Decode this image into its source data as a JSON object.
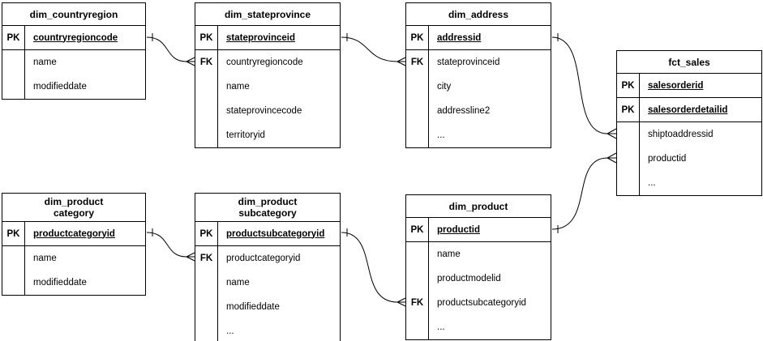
{
  "colors": {
    "stroke": "#000000",
    "background": "#ffffff",
    "text": "#000000"
  },
  "diagram": {
    "tables": [
      {
        "id": "dim_countryregion",
        "title_lines": [
          "dim_countryregion"
        ],
        "rows": [
          {
            "key": "PK",
            "field": "countryregioncode",
            "pk": true
          },
          {
            "key": "",
            "field": "name",
            "pk": false
          },
          {
            "key": "",
            "field": "modifieddate",
            "pk": false
          }
        ]
      },
      {
        "id": "dim_stateprovince",
        "title_lines": [
          "dim_stateprovince"
        ],
        "rows": [
          {
            "key": "PK",
            "field": "stateprovinceid",
            "pk": true
          },
          {
            "key": "FK",
            "field": "countryregioncode",
            "pk": false
          },
          {
            "key": "",
            "field": "name",
            "pk": false
          },
          {
            "key": "",
            "field": "stateprovincecode",
            "pk": false
          },
          {
            "key": "",
            "field": "territoryid",
            "pk": false
          }
        ]
      },
      {
        "id": "dim_address",
        "title_lines": [
          "dim_address"
        ],
        "rows": [
          {
            "key": "PK",
            "field": "addressid",
            "pk": true
          },
          {
            "key": "FK",
            "field": "stateprovinceid",
            "pk": false
          },
          {
            "key": "",
            "field": "city",
            "pk": false
          },
          {
            "key": "",
            "field": "addressline2",
            "pk": false
          },
          {
            "key": "",
            "field": "...",
            "pk": false
          }
        ]
      },
      {
        "id": "fct_sales",
        "title_lines": [
          "fct_sales"
        ],
        "rows": [
          {
            "key": "PK",
            "field": "salesorderid",
            "pk": true
          },
          {
            "key": "PK",
            "field": "salesorderdetailid",
            "pk": true
          },
          {
            "key": "",
            "field": "shiptoaddressid",
            "pk": false
          },
          {
            "key": "",
            "field": "productid",
            "pk": false
          },
          {
            "key": "",
            "field": "...",
            "pk": false
          }
        ]
      },
      {
        "id": "dim_product_category",
        "title_lines": [
          "dim_product",
          "category"
        ],
        "rows": [
          {
            "key": "PK",
            "field": "productcategoryid",
            "pk": true
          },
          {
            "key": "",
            "field": "name",
            "pk": false
          },
          {
            "key": "",
            "field": "modifieddate",
            "pk": false
          }
        ]
      },
      {
        "id": "dim_product_subcategory",
        "title_lines": [
          "dim_product",
          "subcategory"
        ],
        "rows": [
          {
            "key": "PK",
            "field": "productsubcategoryid",
            "pk": true
          },
          {
            "key": "FK",
            "field": "productcategoryid",
            "pk": false
          },
          {
            "key": "",
            "field": "name",
            "pk": false
          },
          {
            "key": "",
            "field": "modifieddate",
            "pk": false
          },
          {
            "key": "",
            "field": "...",
            "pk": false
          }
        ]
      },
      {
        "id": "dim_product",
        "title_lines": [
          "dim_product"
        ],
        "rows": [
          {
            "key": "PK",
            "field": "productid",
            "pk": true
          },
          {
            "key": "",
            "field": "name",
            "pk": false
          },
          {
            "key": "",
            "field": "productmodelid",
            "pk": false
          },
          {
            "key": "FK",
            "field": "productsubcategoryid",
            "pk": false
          },
          {
            "key": "",
            "field": "...",
            "pk": false
          }
        ]
      }
    ],
    "relationships": [
      {
        "from": "dim_countryregion.countryregioncode",
        "to": "dim_stateprovince.countryregioncode",
        "from_end": "one",
        "to_end": "many"
      },
      {
        "from": "dim_stateprovince.stateprovinceid",
        "to": "dim_address.stateprovinceid",
        "from_end": "one",
        "to_end": "many"
      },
      {
        "from": "dim_address.addressid",
        "to": "fct_sales.shiptoaddressid",
        "from_end": "one",
        "to_end": "many"
      },
      {
        "from": "dim_product.productid",
        "to": "fct_sales.productid",
        "from_end": "one",
        "to_end": "many"
      },
      {
        "from": "dim_product_category.productcategoryid",
        "to": "dim_product_subcategory.productcategoryid",
        "from_end": "one",
        "to_end": "many"
      },
      {
        "from": "dim_product_subcategory.productsubcategoryid",
        "to": "dim_product.productsubcategoryid",
        "from_end": "one",
        "to_end": "many"
      }
    ]
  }
}
